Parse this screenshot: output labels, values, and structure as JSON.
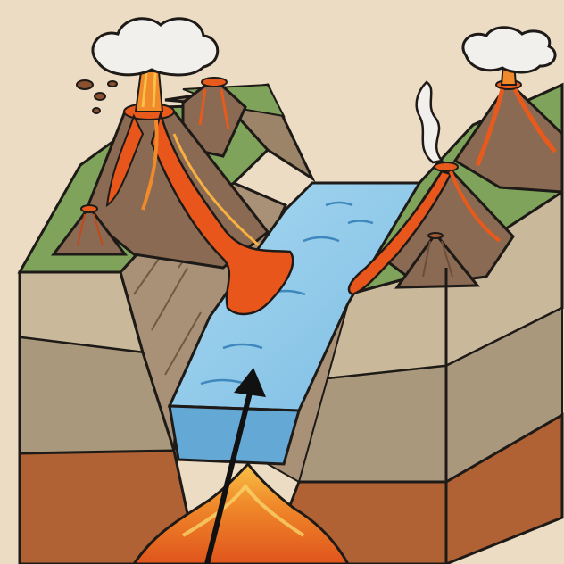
{
  "diagram": {
    "subject": "rift-valley-block",
    "colors": {
      "background": "#ecdcc4",
      "soil_top": "#c7b794",
      "rock_mid": "#aa9a7e",
      "rock_dark": "#8d7a5f",
      "mantle": "#b06234",
      "magma": "#f08a2a",
      "magma_hot": "#f8c246",
      "lava": "#e85a1c",
      "water": "#8fc9e8",
      "water_front": "#64a8d6",
      "grass": "#7fa35a",
      "mountain": "#8a6a52",
      "smoke": "#f2f0ec",
      "outline": "#1d1a17"
    },
    "elements": [
      "left-plateau",
      "right-plateau",
      "rift-valley-water",
      "left-large-volcano",
      "left-small-volcano",
      "left-back-volcano",
      "right-back-volcano",
      "right-front-volcano",
      "right-small-volcano",
      "magma-chamber",
      "pointer-arrow"
    ]
  }
}
